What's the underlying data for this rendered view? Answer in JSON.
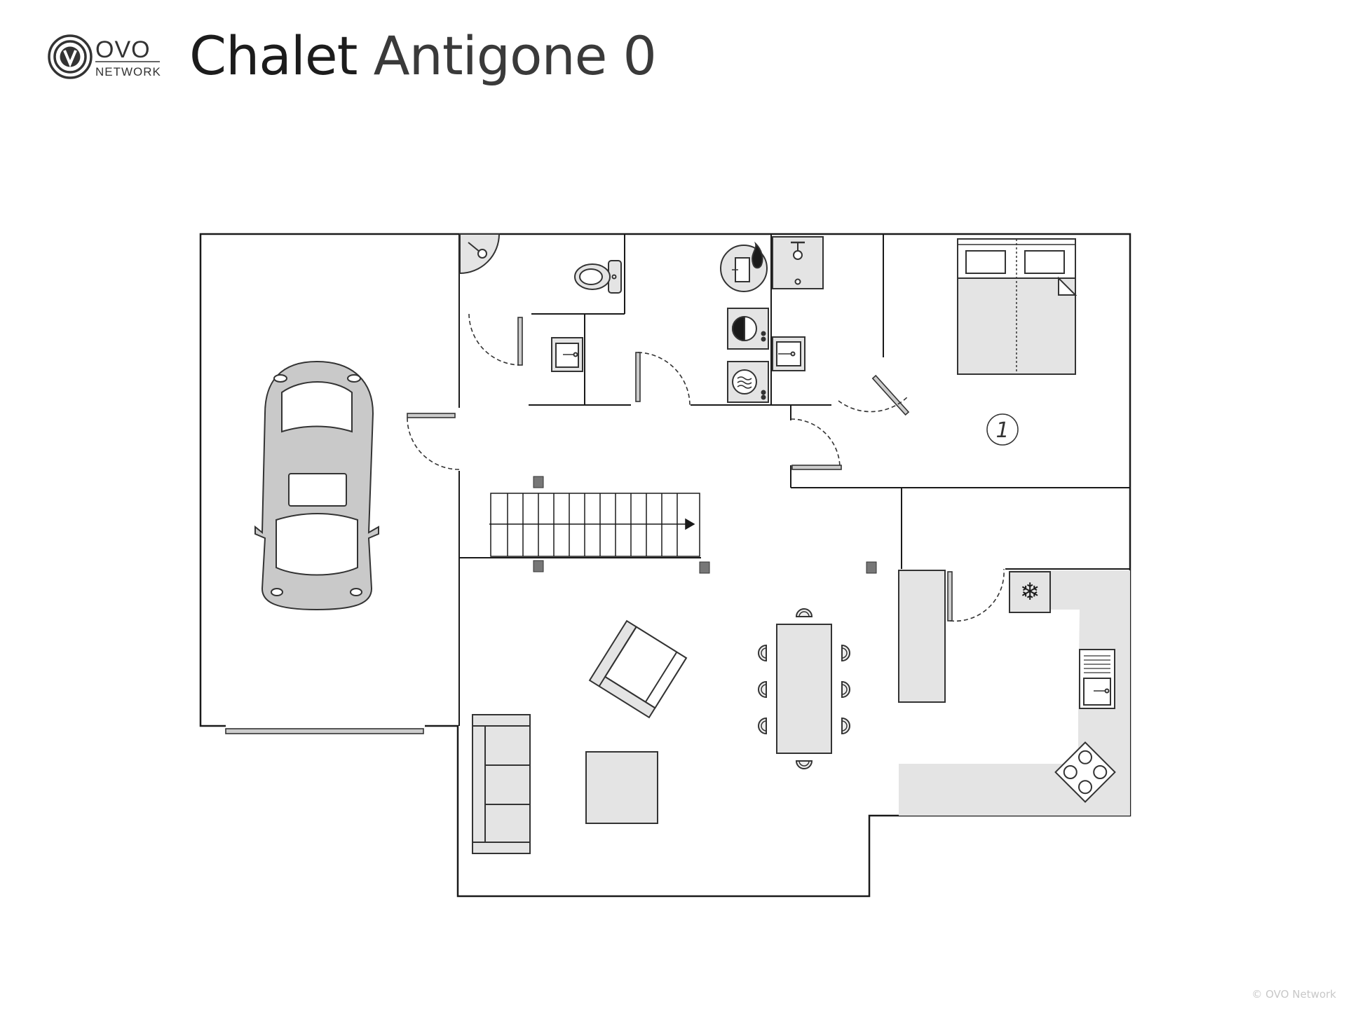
{
  "header": {
    "brand_main": "OVO",
    "brand_sub": "NETWORK",
    "brand_icon": "ovo-v-logo-icon",
    "title_part1": "Chalet",
    "title_part2": "Antigone 0"
  },
  "plan": {
    "room_number": "1"
  },
  "footer": {
    "copyright": "© OVO Network"
  },
  "colors": {
    "wall": "#1a1a1a",
    "furniture_fill": "#e4e4e4",
    "car_fill": "#c9c9c9",
    "stroke": "#333333"
  }
}
